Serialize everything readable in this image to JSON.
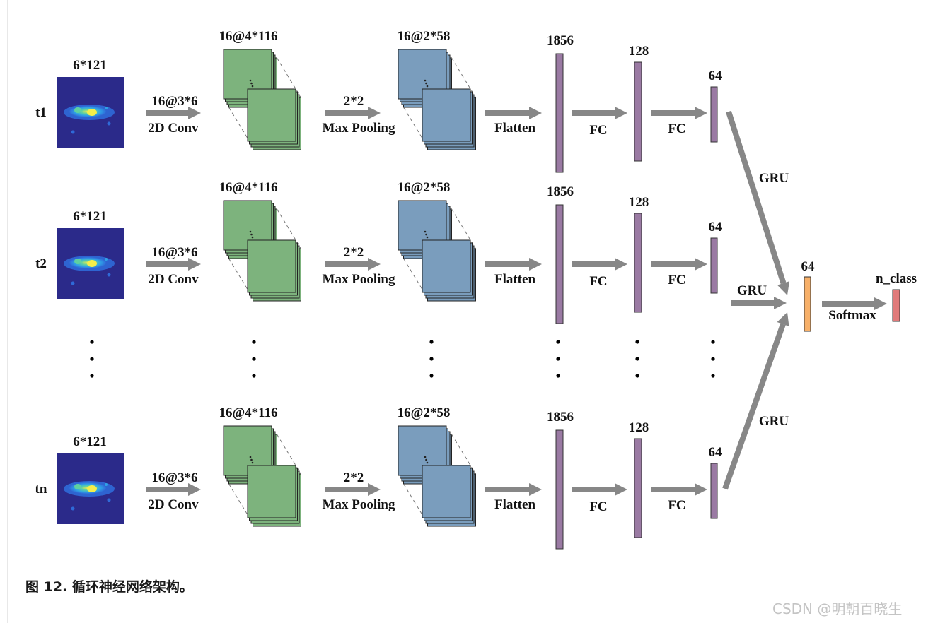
{
  "diagram": {
    "rows": [
      {
        "time_label": "t1",
        "input_size": "6*121",
        "conv_size": "16@4*116",
        "pool_size": "16@2*58",
        "flatten_size": "1856",
        "fc1_size": "128",
        "fc2_size": "64"
      },
      {
        "time_label": "t2",
        "input_size": "6*121",
        "conv_size": "16@4*116",
        "pool_size": "16@2*58",
        "flatten_size": "1856",
        "fc1_size": "128",
        "fc2_size": "64"
      },
      {
        "time_label": "tn",
        "input_size": "6*121",
        "conv_size": "16@4*116",
        "pool_size": "16@2*58",
        "flatten_size": "1856",
        "fc1_size": "128",
        "fc2_size": "64"
      }
    ],
    "ops": {
      "conv_kernel": "16@3*6",
      "conv": "2D Conv",
      "pool_kernel": "2*2",
      "pool": "Max Pooling",
      "flatten": "Flatten",
      "fc": "FC",
      "gru": "GRU"
    },
    "output": {
      "gru_size": "64",
      "softmax": "Softmax",
      "class_label": "n_class"
    },
    "colors": {
      "heatmap_bg": "#2b2a8a",
      "conv_fill": "#7db37d",
      "pool_fill": "#7a9dbd",
      "vector_fill": "#9a7aa3",
      "gru_out_fill": "#f7b069",
      "class_fill": "#e07a7a",
      "arrow": "#878787"
    }
  },
  "caption": "图 12. 循环神经网络架构。",
  "watermark": "CSDN @明朝百晓生"
}
